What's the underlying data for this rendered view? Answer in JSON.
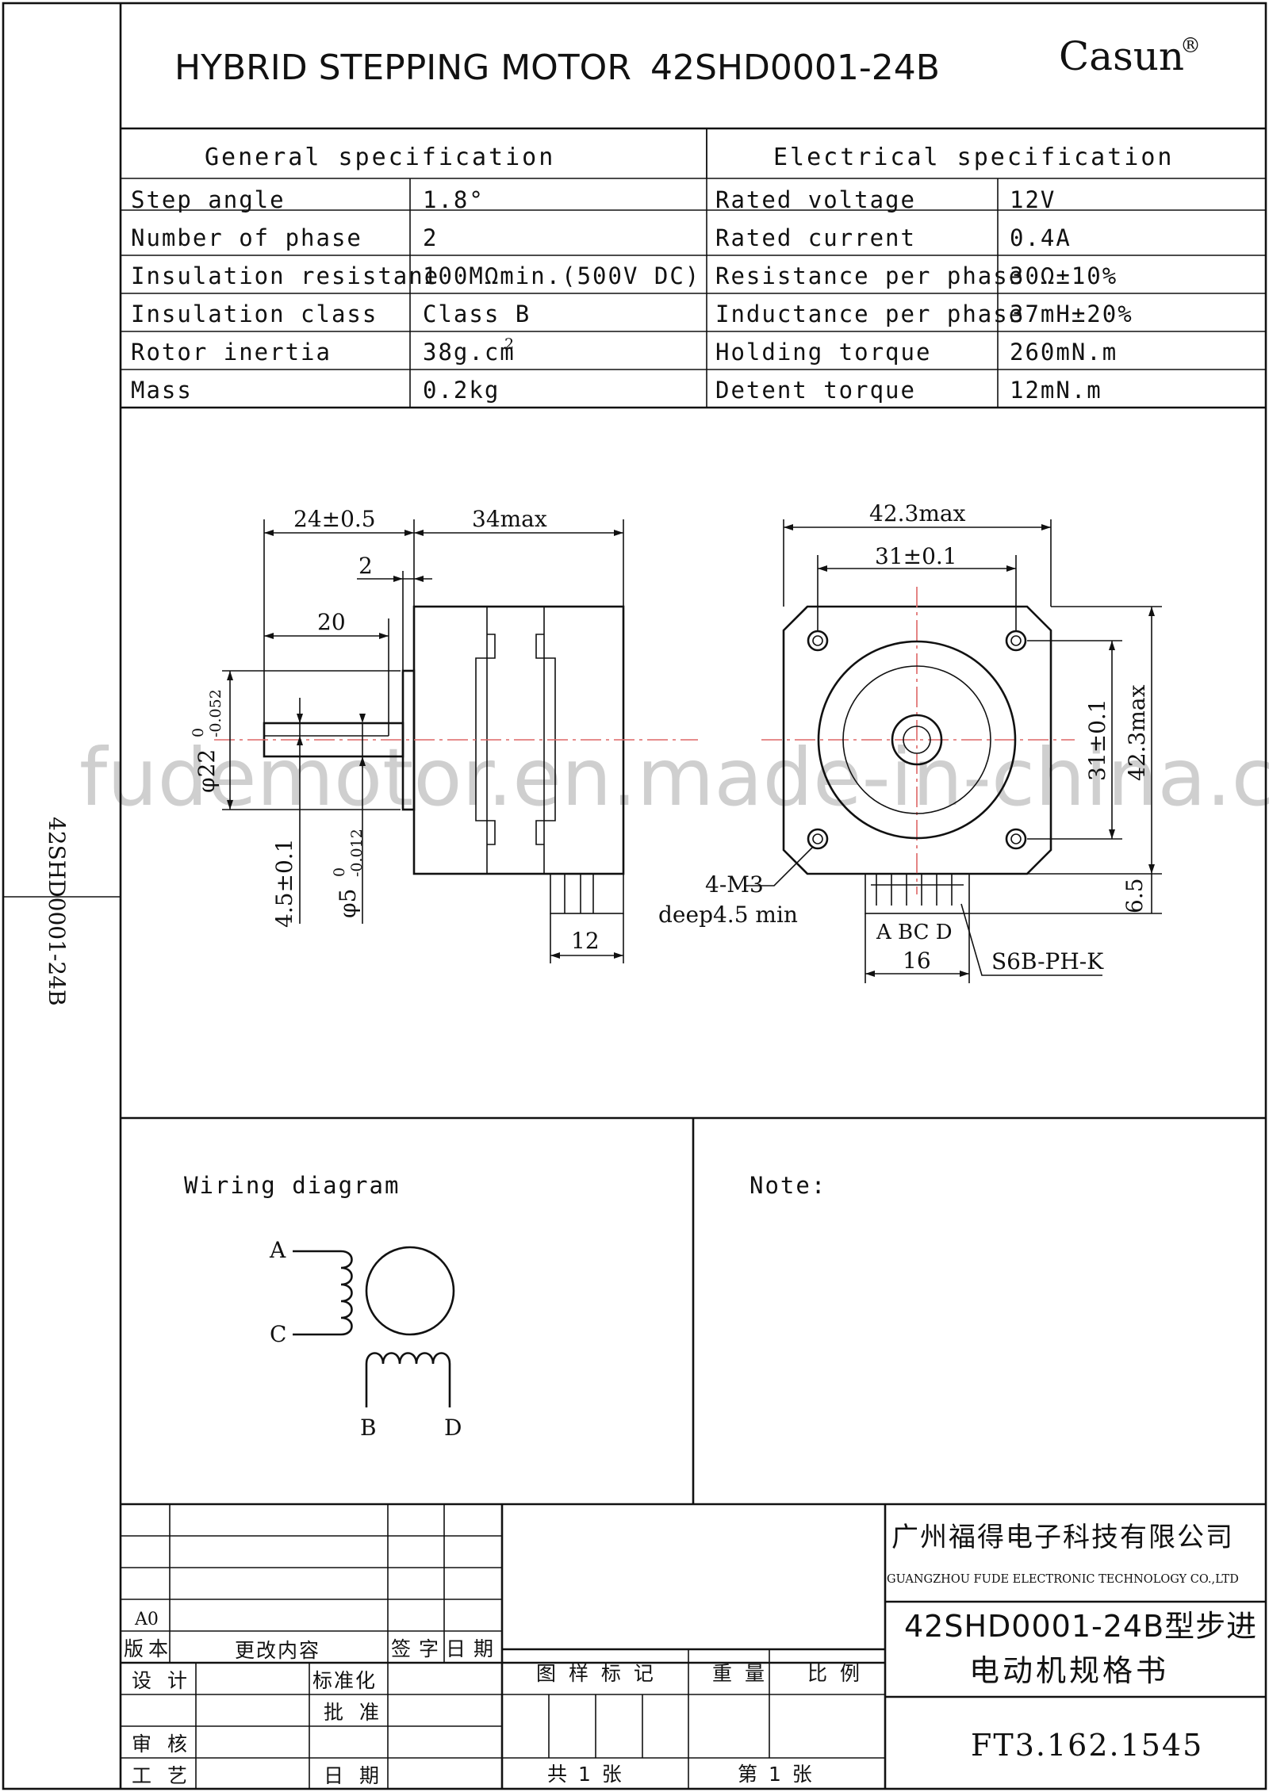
{
  "header": {
    "title": "HYBRID STEPPING MOTOR",
    "model": "42SHD0001-24B",
    "brand": "Casun",
    "brand_mark": "®"
  },
  "side_label": "42SHD0001-24B",
  "watermark": "fudemotor.en.made-in-china.com",
  "general_spec": {
    "heading": "General  specification",
    "rows": [
      {
        "label": "Step angle",
        "value": "1.8°"
      },
      {
        "label": "Number of phase",
        "value": "2"
      },
      {
        "label": "Insulation resistane",
        "value": "100MΩmin.(500V DC)"
      },
      {
        "label": "Insulation class",
        "value": "Class B"
      },
      {
        "label": "Rotor inertia",
        "value": "38g.cm",
        "sup": "2"
      },
      {
        "label": "Mass",
        "value": "0.2kg"
      }
    ]
  },
  "electrical_spec": {
    "heading": "Electrical  specification",
    "rows": [
      {
        "label": "Rated voltage",
        "value": "12V"
      },
      {
        "label": "Rated current",
        "value": "0.4A"
      },
      {
        "label": "Resistance per phase",
        "value": "30Ω±10%"
      },
      {
        "label": "Inductance per phase",
        "value": "37mH±20%"
      },
      {
        "label": "Holding torque",
        "value": "260mN.m"
      },
      {
        "label": "Detent torque",
        "value": "12mN.m"
      }
    ]
  },
  "drawing": {
    "side_view": {
      "dim_shaft_len": "24±0.5",
      "dim_body_len": "34max",
      "dim_boss": "2",
      "dim_flat": "20",
      "dim_boss_dia": "φ22",
      "dim_boss_dia_tol_upper": "0",
      "dim_boss_dia_tol_lower": "-0.052",
      "dim_flat_depth": "4.5±0.1",
      "dim_shaft_dia": "φ5",
      "dim_shaft_dia_tol_upper": "0",
      "dim_shaft_dia_tol_lower": "-0.012",
      "dim_connector": "12"
    },
    "front_view": {
      "dim_width": "42.3max",
      "dim_hole_spacing": "31±0.1",
      "dim_hole_spacing_v": "31±0.1",
      "dim_height": "42.3max",
      "dim_connector_offset": "6.5",
      "dim_connector_width": "16",
      "hole_note": "4-M3",
      "hole_depth": "deep4.5 min",
      "pins": "A  BC  D",
      "connector_type": "S6B-PH-K"
    }
  },
  "wiring": {
    "heading": "Wiring diagram",
    "labels": {
      "a": "A",
      "c": "C",
      "b": "B",
      "d": "D"
    }
  },
  "note": {
    "heading": "Note:"
  },
  "title_block": {
    "company_cn": "广州福得电子科技有限公司",
    "company_en": "GUANGZHOU FUDE ELECTRONIC TECHNOLOGY CO.,LTD",
    "doc_title_line1": "42SHD0001-24B型步进",
    "doc_title_line2": "电动机规格书",
    "doc_code": "FT3.162.1545",
    "revision": "A0",
    "rev_col_version": "版本",
    "rev_col_content": "更改内容",
    "rev_col_sign": "签 字",
    "rev_col_date": "日 期",
    "design": "设 计",
    "standardize": "标准化",
    "approve": "批 准",
    "review": "审 核",
    "process": "工 艺",
    "date": "日 期",
    "sample_mark": "图 样 标 记",
    "weight": "重 量",
    "scale": "比 例",
    "total_sheets": "共  1  张",
    "sheet_no": "第  1  张"
  }
}
